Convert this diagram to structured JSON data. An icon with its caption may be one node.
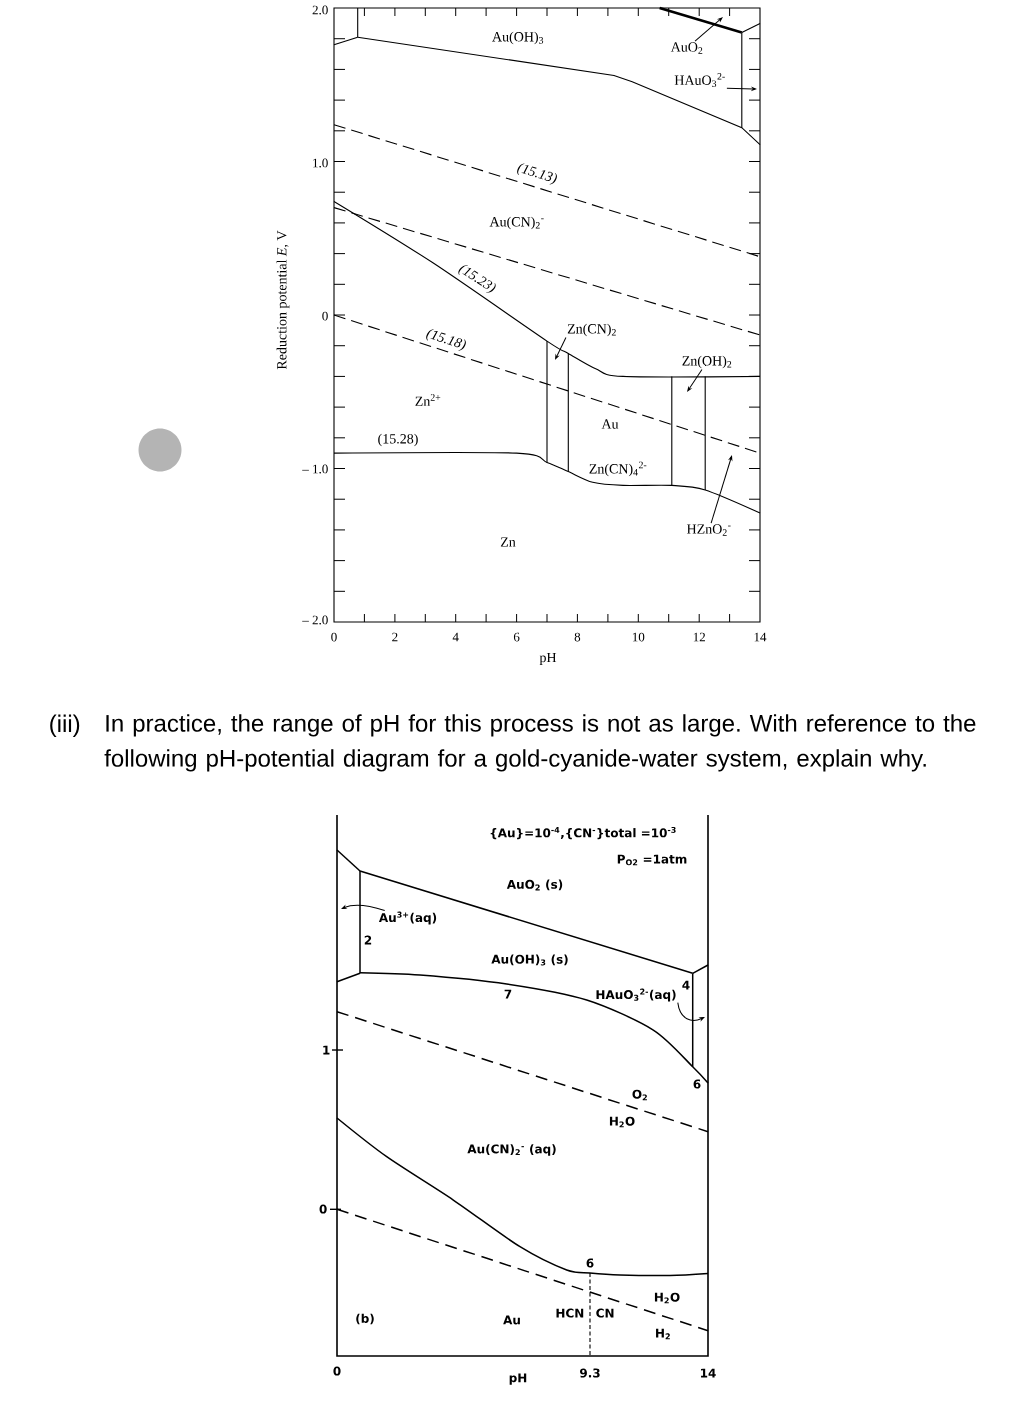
{
  "diagram": {
    "nodes": [
      {
        "text": [
          "AuO$_{2}$"
        ]
      },
      {
        "text": [
          "HAuO$_{3}$$^{2-}$"
        ]
      },
      {
        "text": [
          "Zn(CN)$_{2}$"
        ]
      },
      {
        "text": [
          "Zn(OH)$_{2}$"
        ]
      },
      {
        "text": [
          "HZnO$_{2}$$^{-}$"
        ]
      },
      {
        "text": [
          "Au$^{3+}$(aq)"
        ]
      },
      {
        "text": [
          "HAuO$_{3}$$^{2-}$(aq)"
        ]
      }
    ],
    "edges": [
      {
        "from": 0,
        "to": null,
        "arrow": "to"
      },
      {
        "from": 1,
        "to": null,
        "arrow": "to"
      },
      {
        "from": 2,
        "to": null,
        "arrow": "to"
      },
      {
        "from": 3,
        "to": null,
        "arrow": "to"
      },
      {
        "from": 4,
        "to": null,
        "arrow": "to"
      },
      {
        "from": 5,
        "to": null,
        "arrow": "to"
      },
      {
        "from": 6,
        "to": null,
        "arrow": "to"
      }
    ],
    "labels": [
      "2.0",
      "Au(OH)$_{3}$",
      "1.0",
      "(15.13)",
      "Au(CN)$_{2}$$^{-}$",
      "(15.23)",
      "0",
      "(15.18)",
      "Zn$^{2+}$",
      "Au",
      "(15.28)",
      "– 1.0",
      "Zn(CN)$_{4}$$^{2-}$",
      "Zn",
      "– 2.0",
      "0",
      "2",
      "4",
      "6",
      "8",
      "10",
      "12",
      "14",
      "pH",
      "Reduction potential *E*, V",
      "(iii)",
      "In practice, the range of pH for this process is not as large. With reference to the following pH-potential diagram for a gold-cyanide-water system, explain why.",
      "{Au}=10$^{-4}$,{CN$^{-}$}total =10$^{-3}$",
      "P$_{O2}$ =1atm",
      "AuO$_{2}$ (s)",
      "2",
      "Au(OH)$_{3}$ (s)",
      "7",
      "4",
      "1",
      "6",
      "O$_{2}$",
      "H$_{2}$O",
      "Au(CN)$_{2}$$^{-}$ (aq)",
      "0",
      "6",
      "H$_{2}$O",
      "HCN",
      "CN",
      "(b)",
      "Au",
      "H$_{2}$",
      "0",
      "9.3",
      "14",
      "pH"
    ]
  }
}
